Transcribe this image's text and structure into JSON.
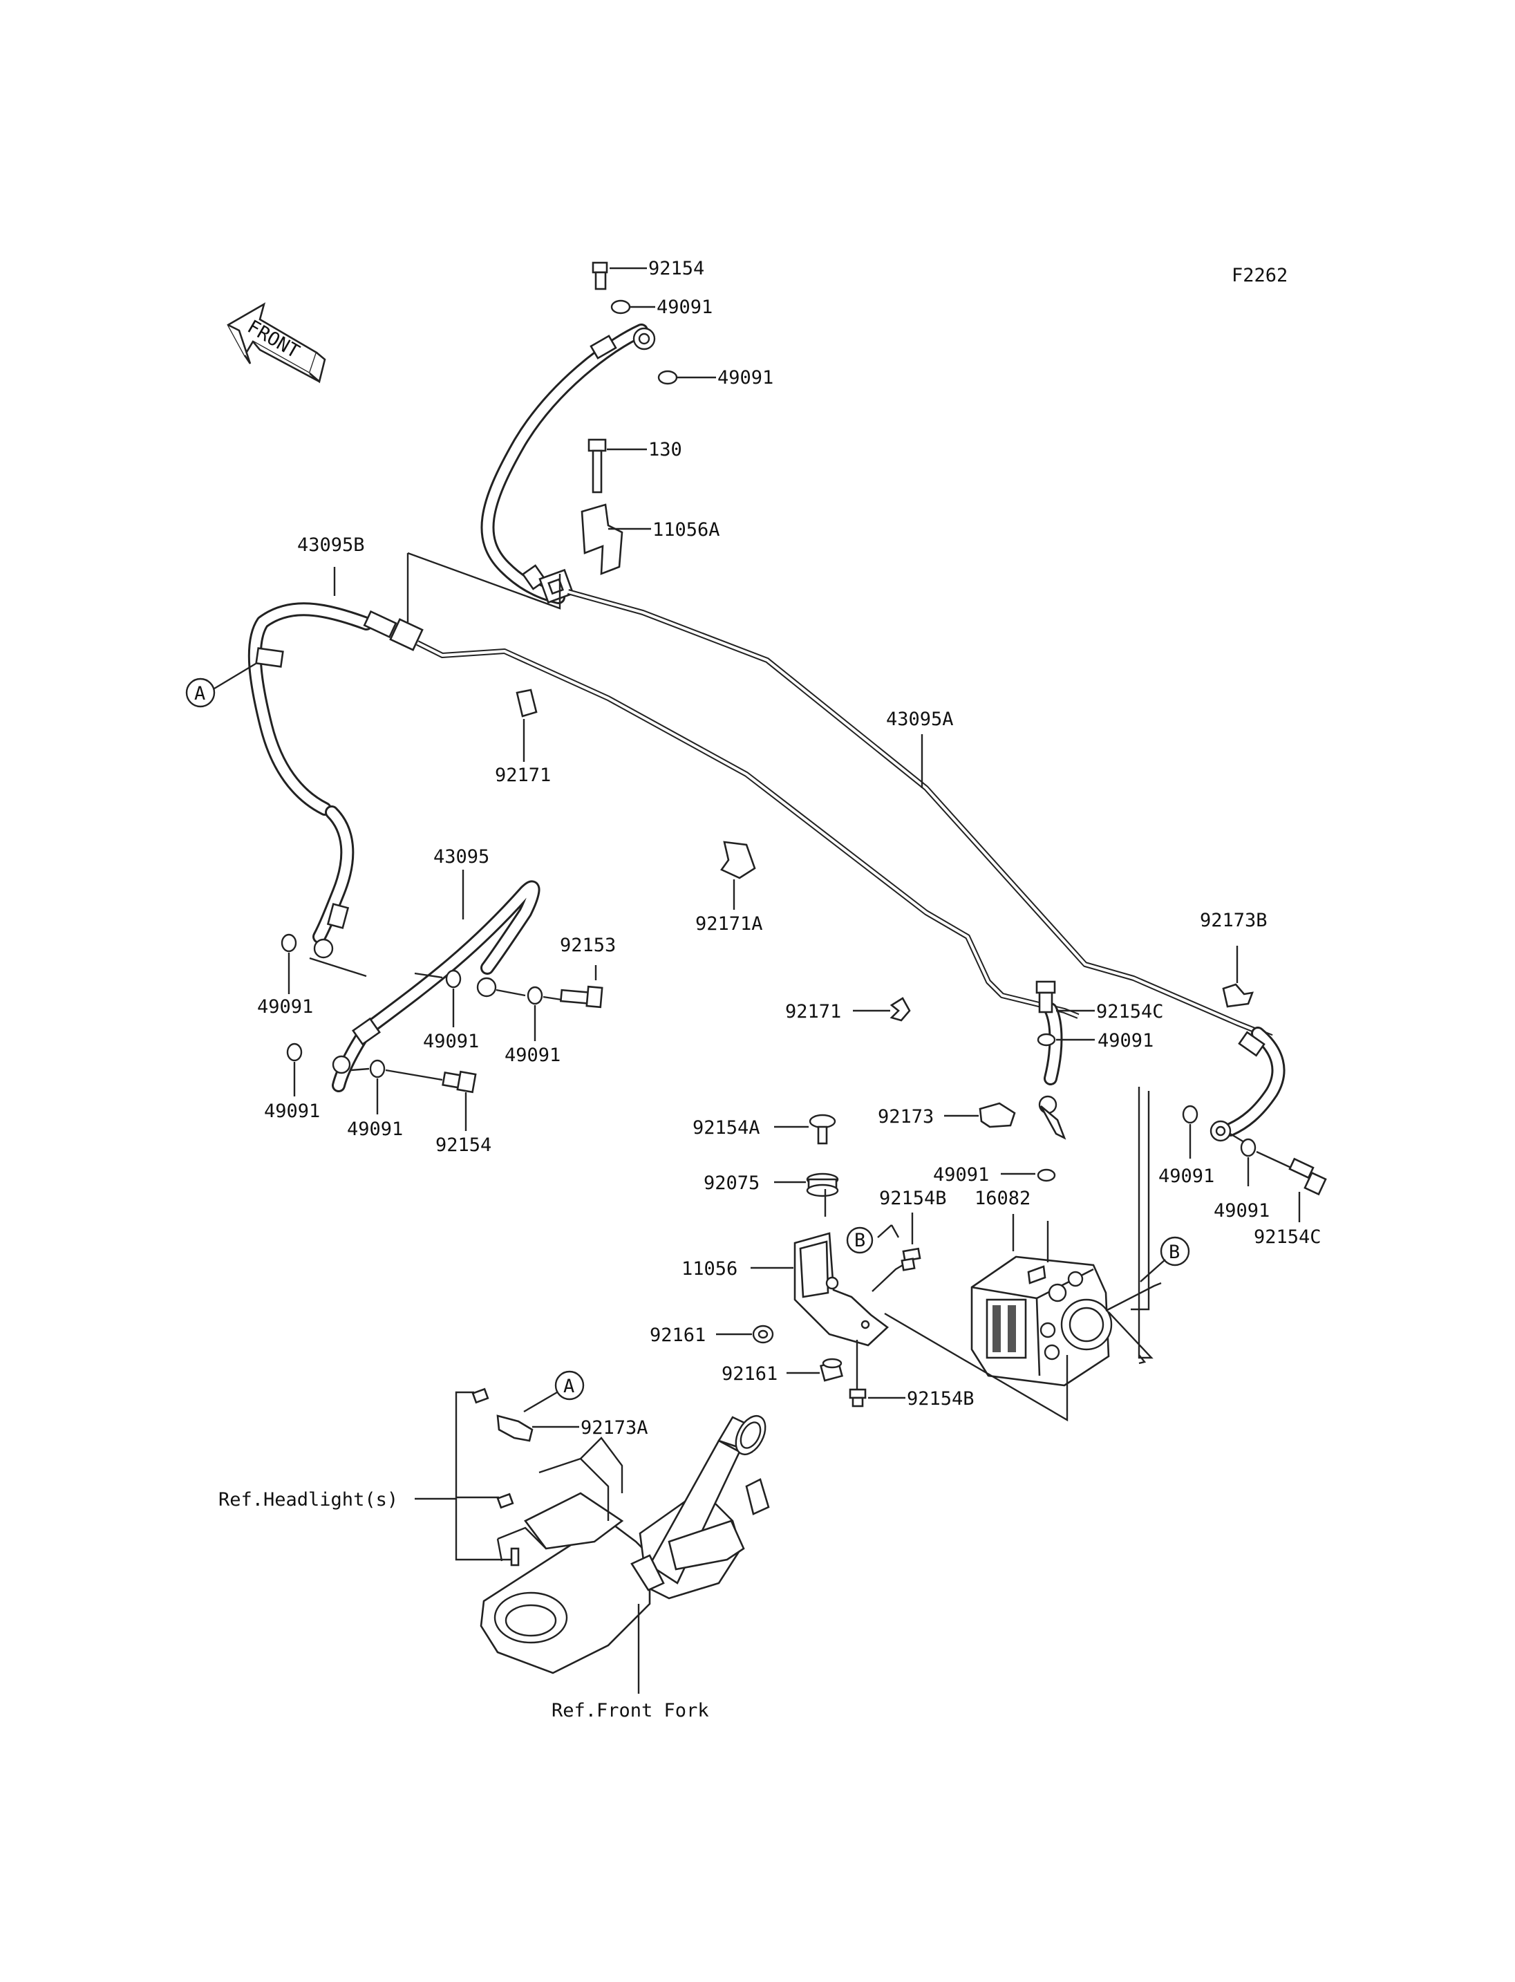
{
  "figure_code": "F2262",
  "front_label": "FRONT",
  "ref_callouts": [
    "A",
    "B"
  ],
  "parts": {
    "p92154_top": "92154",
    "p49091_top1": "49091",
    "p49091_top2": "49091",
    "p130": "130",
    "p11056A": "11056A",
    "p43095B": "43095B",
    "p92171_a": "92171",
    "p43095A": "43095A",
    "p43095": "43095",
    "p92153": "92153",
    "p92171A": "92171A",
    "p49091_l1": "49091",
    "p49091_l2": "49091",
    "p49091_l3": "49091",
    "p49091_l4": "49091",
    "p49091_l5": "49091",
    "p92154_l": "92154",
    "p92173B": "92173B",
    "p92171_b": "92171",
    "p92154C_a": "92154C",
    "p49091_r1": "49091",
    "p92173": "92173",
    "p92154A": "92154A",
    "p49091_r2": "49091",
    "p49091_r3": "49091",
    "p49091_r4": "49091",
    "p92154C_b": "92154C",
    "p92075": "92075",
    "p92154B_a": "92154B",
    "p16082": "16082",
    "p11056": "11056",
    "p92161_a": "92161",
    "p92161_b": "92161",
    "p92154B_b": "92154B",
    "p92173A": "92173A",
    "ref_headlight": "Ref.Headlight(s)",
    "ref_front_fork": "Ref.Front Fork"
  }
}
